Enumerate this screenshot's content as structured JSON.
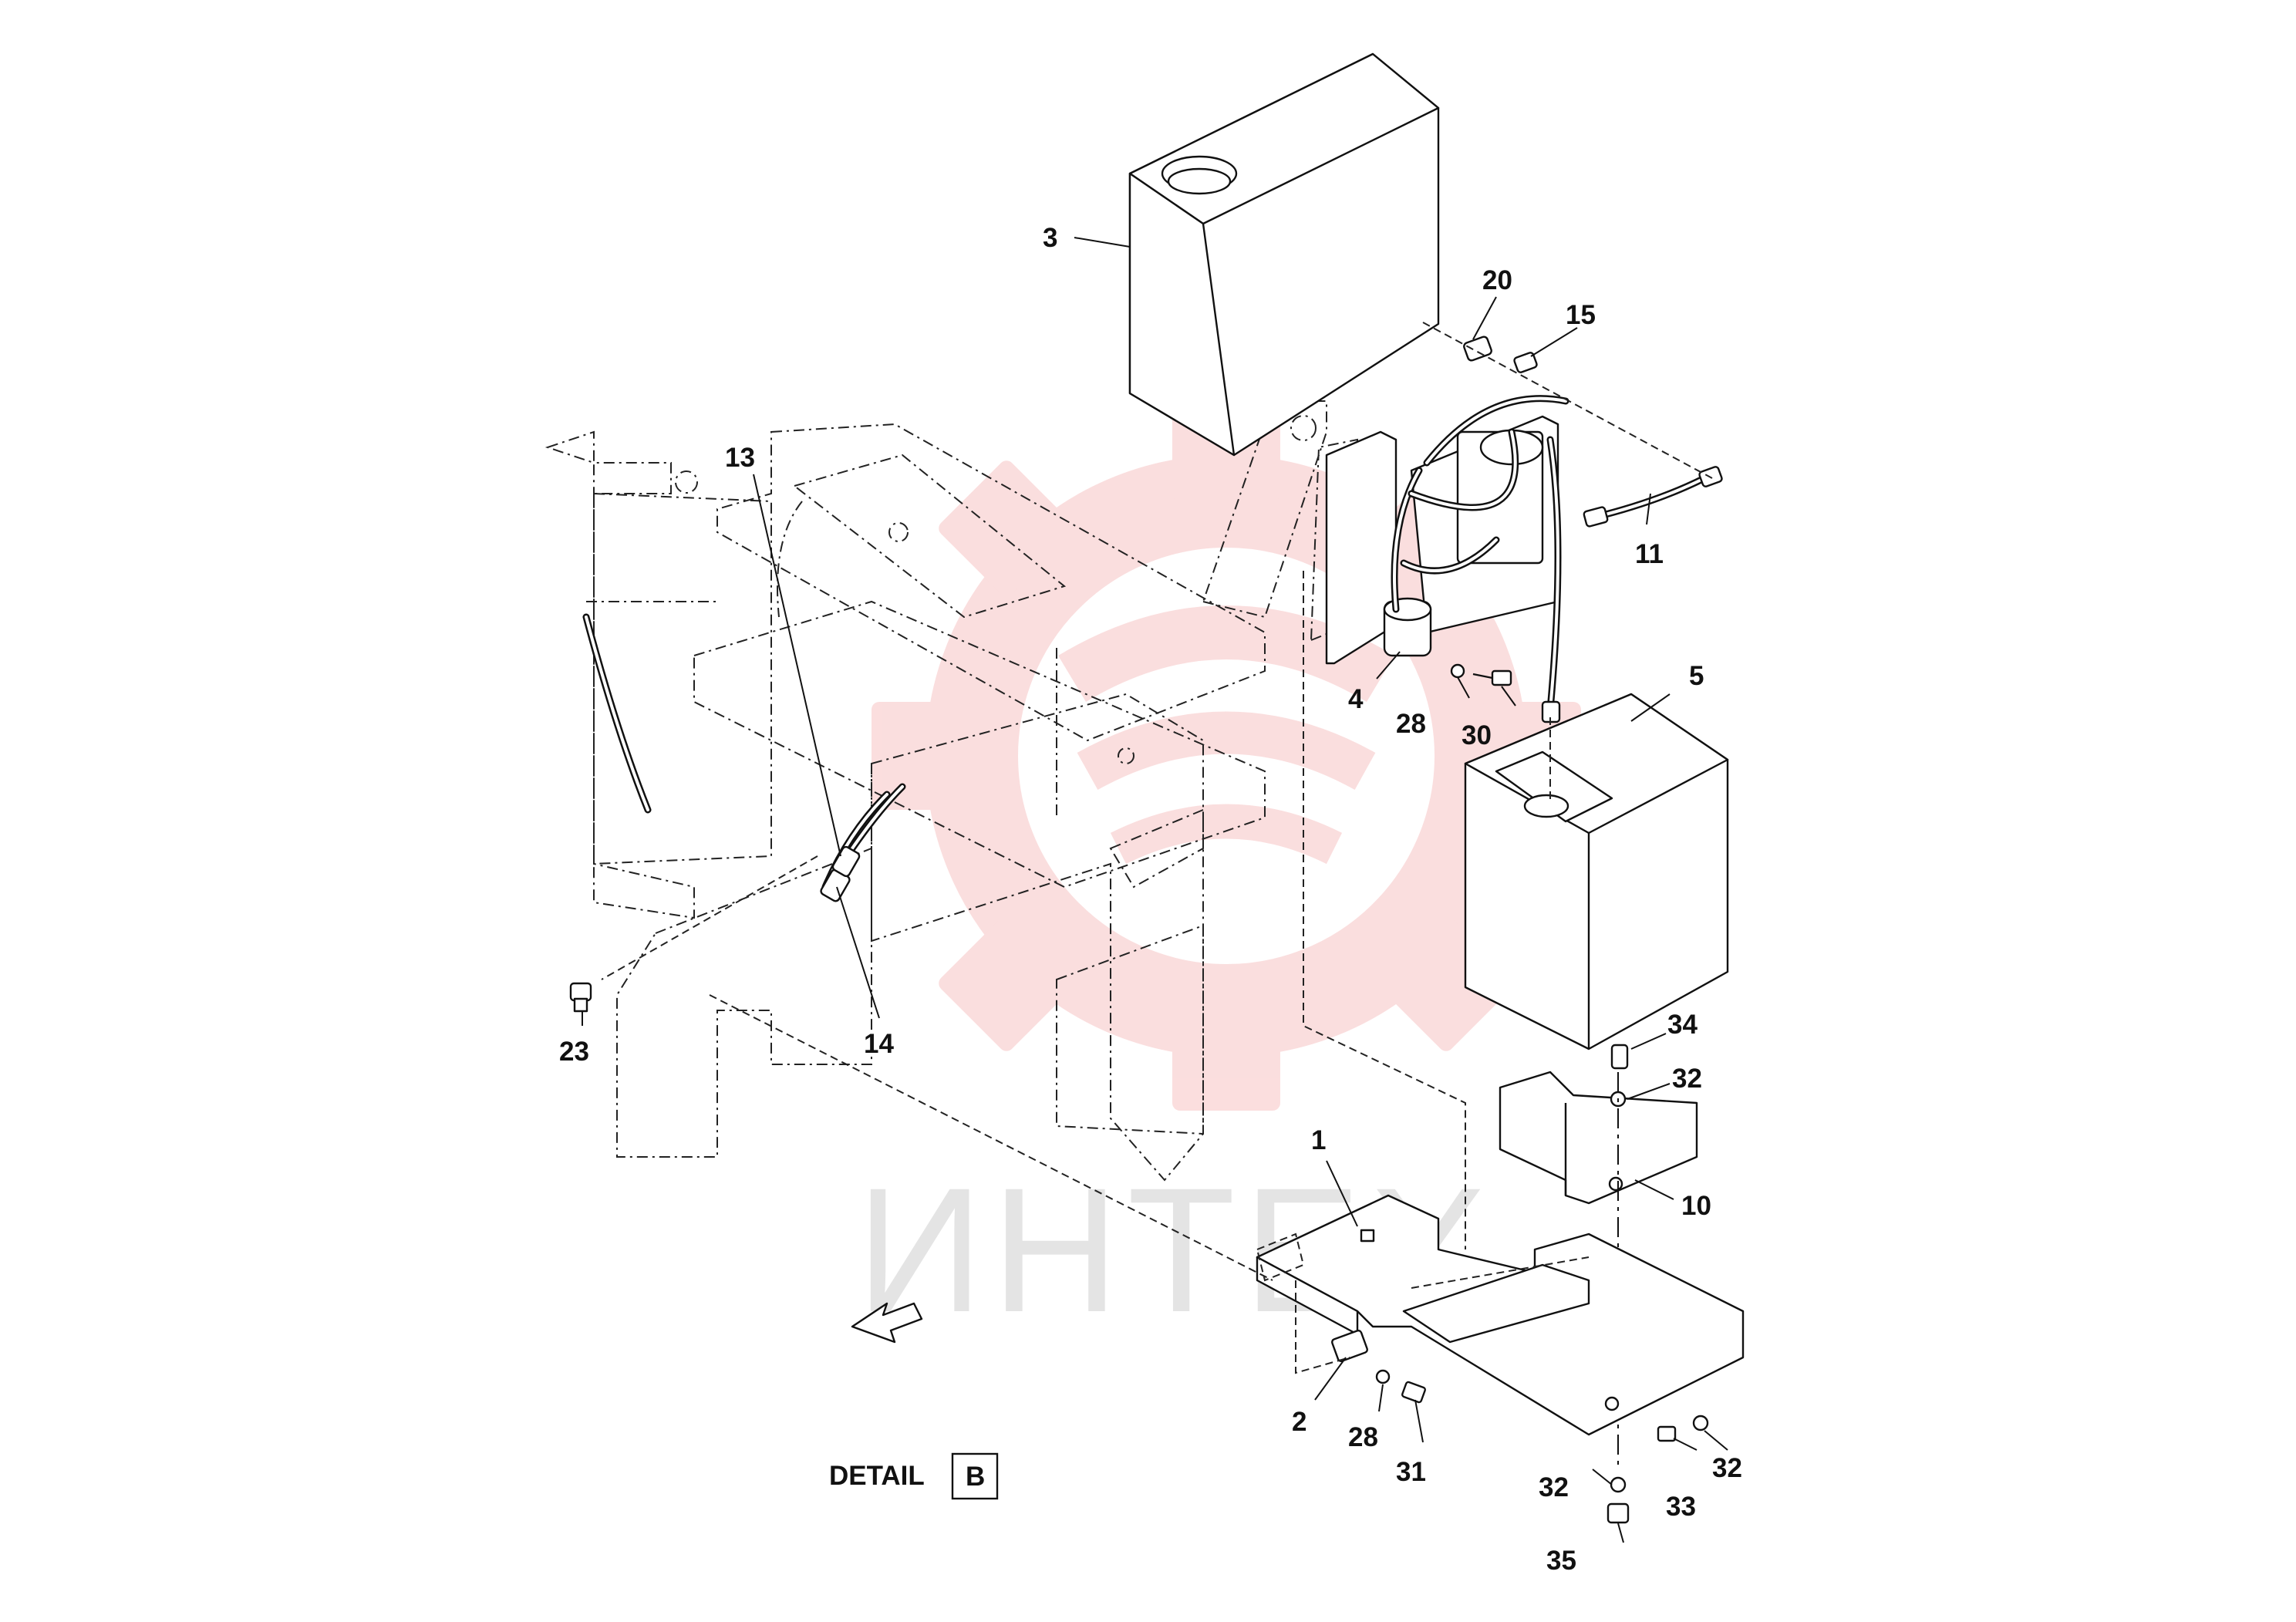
{
  "diagram": {
    "detail_label": "DETAIL",
    "detail_letter": "B",
    "watermark_text": "ИНТЕХ",
    "watermark_color": "#f08a8a",
    "callouts": {
      "c1": "1",
      "c2": "2",
      "c3": "3",
      "c4": "4",
      "c5": "5",
      "c10": "10",
      "c11": "11",
      "c13": "13",
      "c14": "14",
      "c15": "15",
      "c20": "20",
      "c23": "23",
      "c28a": "28",
      "c28b": "28",
      "c30": "30",
      "c31": "31",
      "c32a": "32",
      "c32b": "32",
      "c32c": "32",
      "c33": "33",
      "c34": "34",
      "c35": "35"
    }
  }
}
